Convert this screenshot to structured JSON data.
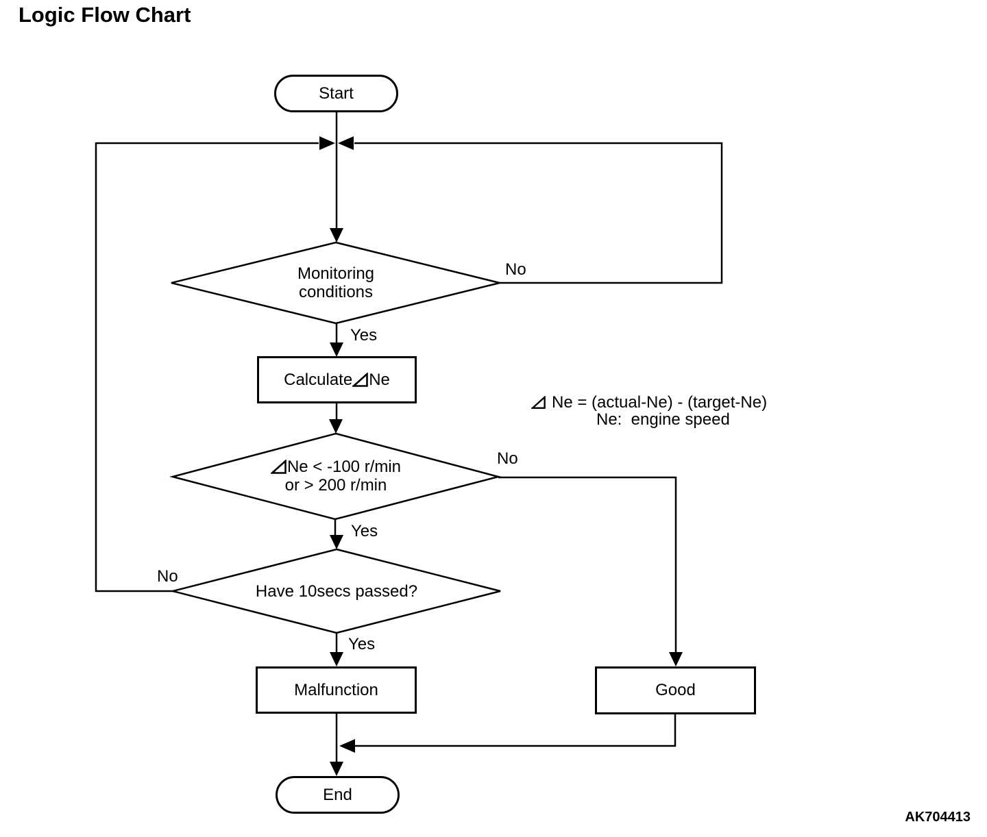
{
  "title": "Logic Flow Chart",
  "figure_code": "AK704413",
  "colors": {
    "line": "#000000",
    "background": "#ffffff",
    "text": "#000000"
  },
  "icons": {
    "delta": "right-triangle-delta-icon"
  },
  "nodes": {
    "start": {
      "type": "terminator",
      "label": "Start"
    },
    "monitoring": {
      "type": "decision",
      "line1": "Monitoring",
      "line2": "conditions"
    },
    "calculate": {
      "type": "process",
      "prefix": "Calculate",
      "suffix": "Ne"
    },
    "delta_check": {
      "type": "decision",
      "line1_after_delta": "Ne < -100 r/min",
      "line2": "or > 200 r/min"
    },
    "timer_check": {
      "type": "decision",
      "label": "Have 10secs passed?"
    },
    "malfunction": {
      "type": "process",
      "label": "Malfunction"
    },
    "good": {
      "type": "process",
      "label": "Good"
    },
    "end": {
      "type": "terminator",
      "label": "End"
    }
  },
  "edge_labels": {
    "monitoring_no": "No",
    "monitoring_yes": "Yes",
    "delta_no": "No",
    "delta_yes": "Yes",
    "timer_no": "No",
    "timer_yes": "Yes"
  },
  "annotation": {
    "line1_after_delta": "Ne = (actual-Ne) - (target-Ne)",
    "line2": "Ne:  engine speed"
  }
}
